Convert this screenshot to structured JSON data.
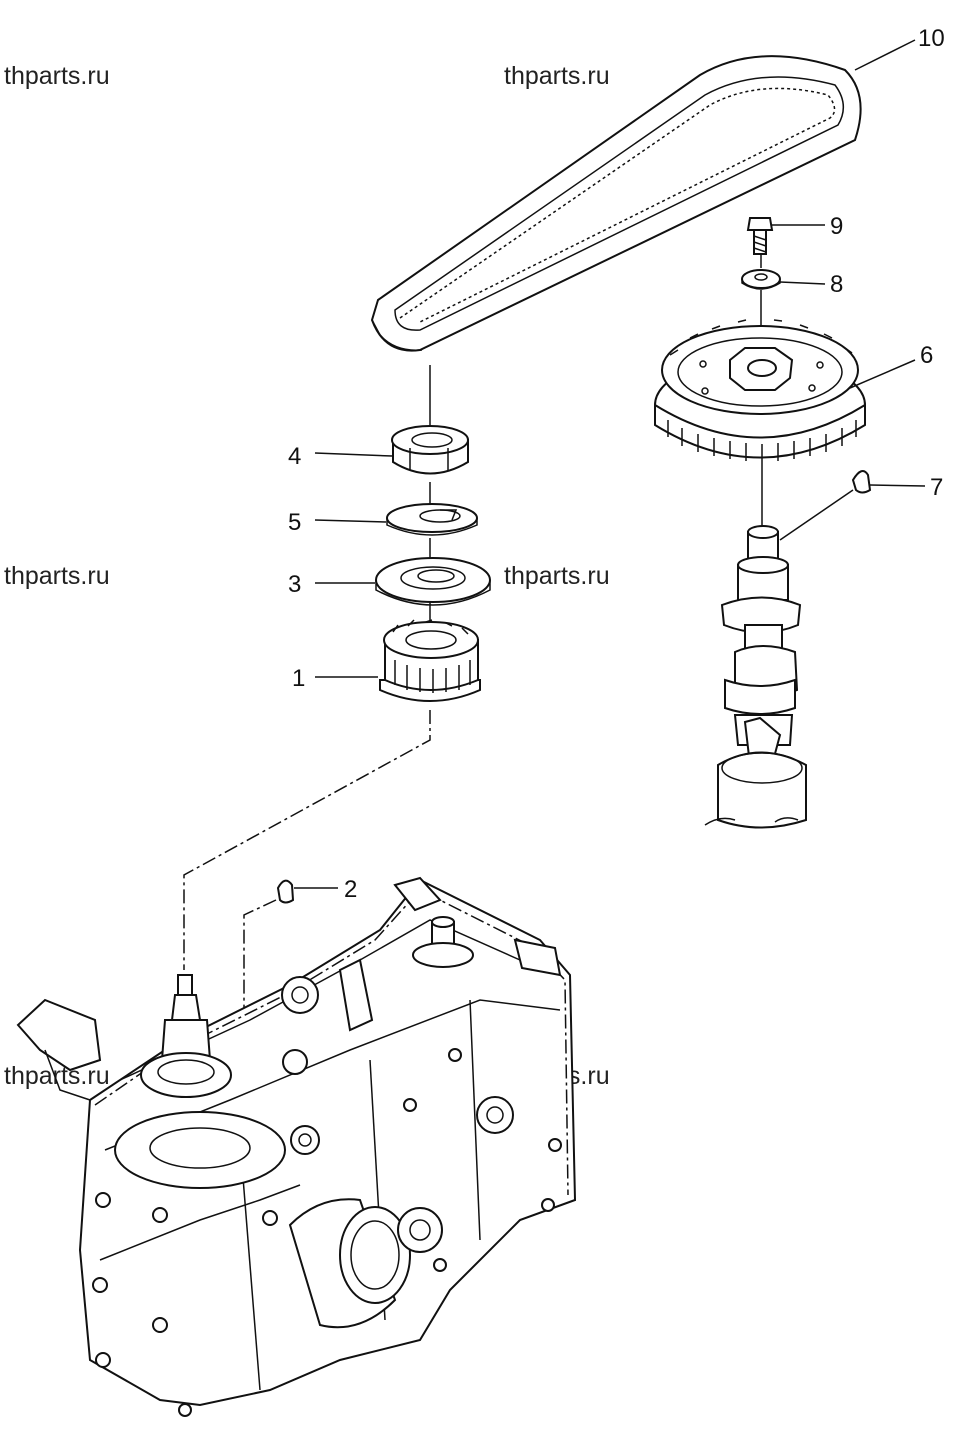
{
  "watermarks": [
    "thparts.ru",
    "thparts.ru",
    "thparts.ru",
    "thparts.ru",
    "thparts.ru",
    "thparts.ru"
  ],
  "callouts": [
    "10",
    "9",
    "8",
    "6",
    "7",
    "4",
    "5",
    "3",
    "1",
    "2"
  ]
}
